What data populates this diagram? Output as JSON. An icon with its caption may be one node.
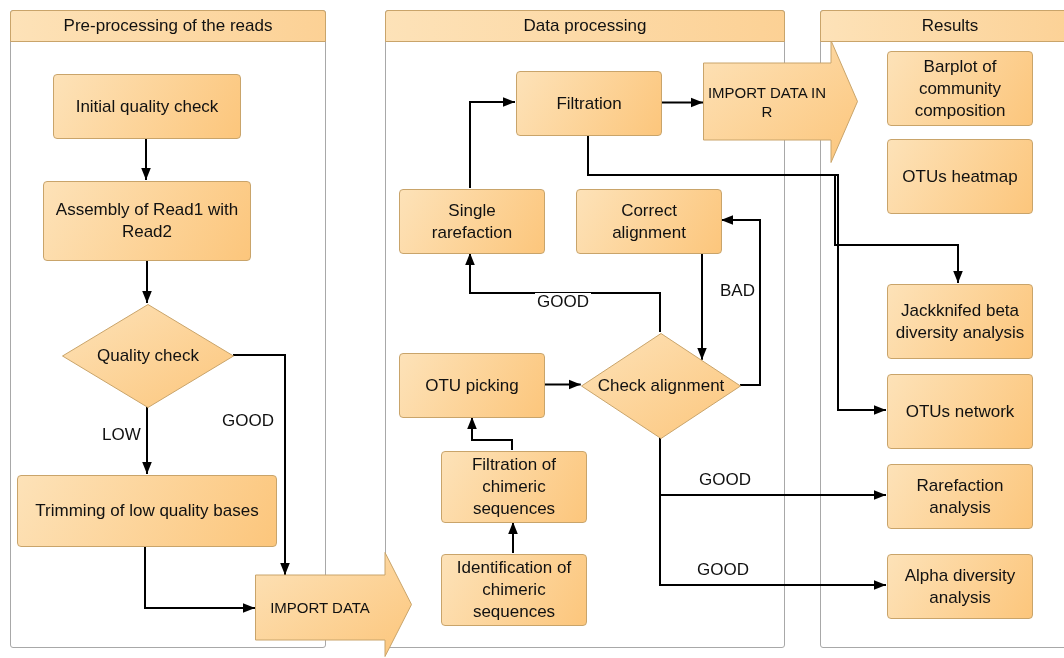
{
  "diagram": {
    "nodes": [
      {
        "text": [
          "Pre-processing of the reads"
        ]
      },
      {
        "text": [
          "Initial quality check"
        ],
        "in": 0
      },
      {
        "text": [
          "Assembly of Read1 with Read2"
        ],
        "in": 0
      },
      {
        "text": [
          "Quality check"
        ],
        "in": 0
      },
      {
        "text": [
          "Trimming of low quality bases"
        ],
        "in": 0
      },
      {
        "text": [
          "IMPORT DATA"
        ]
      },
      {
        "text": [
          "Data processing"
        ]
      },
      {
        "text": [
          "Filtration"
        ],
        "in": 6
      },
      {
        "text": [
          "IMPORT DATA IN R"
        ]
      },
      {
        "text": [
          "Single rarefaction"
        ],
        "in": 6
      },
      {
        "text": [
          "Correct alignment"
        ],
        "in": 6
      },
      {
        "text": [
          "OTU picking"
        ],
        "in": 6
      },
      {
        "text": [
          "Check alignment"
        ],
        "in": 6
      },
      {
        "text": [
          "Filtration of chimeric sequences"
        ],
        "in": 6
      },
      {
        "text": [
          "Identification of chimeric sequences"
        ],
        "in": 6
      },
      {
        "text": [
          "Results"
        ]
      },
      {
        "text": [
          "Barplot of community composition"
        ],
        "in": 15
      },
      {
        "text": [
          "OTUs heatmap"
        ],
        "in": 15
      },
      {
        "text": [
          "Jackknifed beta diversity analysis"
        ],
        "in": 15
      },
      {
        "text": [
          "OTUs network"
        ],
        "in": 15
      },
      {
        "text": [
          "Rarefaction analysis"
        ],
        "in": 15
      },
      {
        "text": [
          "Alpha diversity analysis"
        ],
        "in": 15
      }
    ],
    "edges": [
      {
        "from": 1,
        "to": 2,
        "arrow": "to"
      },
      {
        "from": 2,
        "to": 3,
        "arrow": "to"
      },
      {
        "from": 3,
        "to": 4,
        "arrow": "to",
        "label": "LOW"
      },
      {
        "from": 3,
        "to": 5,
        "arrow": "to",
        "label": "GOOD"
      },
      {
        "from": 4,
        "to": 5,
        "arrow": "to"
      },
      {
        "from": 7,
        "to": 8,
        "arrow": "to"
      },
      {
        "from": 9,
        "to": 7,
        "arrow": "to"
      },
      {
        "from": 12,
        "to": 9,
        "arrow": "to",
        "label": "GOOD"
      },
      {
        "from": 10,
        "to": 12,
        "arrow": "to"
      },
      {
        "from": 12,
        "to": 10,
        "arrow": "to",
        "label": "BAD"
      },
      {
        "from": 11,
        "to": 12,
        "arrow": "to"
      },
      {
        "from": 13,
        "to": 11,
        "arrow": "to"
      },
      {
        "from": 14,
        "to": 13,
        "arrow": "to"
      },
      {
        "from": 7,
        "to": 18,
        "arrow": "to"
      },
      {
        "from": 7,
        "to": 19,
        "arrow": "to"
      },
      {
        "from": 12,
        "to": 20,
        "arrow": "to",
        "label": "GOOD"
      },
      {
        "from": 12,
        "to": 21,
        "arrow": "to",
        "label": "GOOD"
      }
    ]
  }
}
